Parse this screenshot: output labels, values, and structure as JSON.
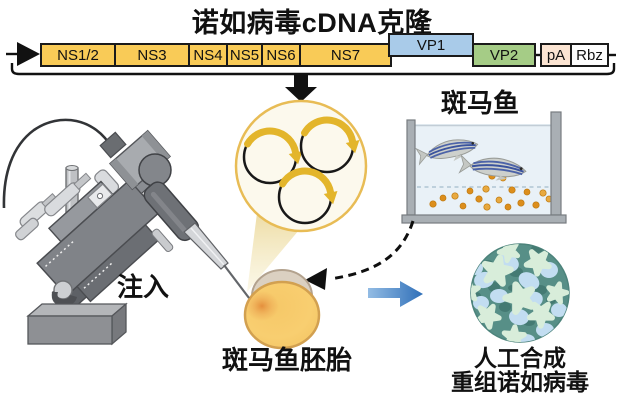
{
  "title": "诺如病毒cDNA克隆",
  "construct": {
    "segments": [
      {
        "label": "NS1/2",
        "type": "ns"
      },
      {
        "label": "NS3",
        "type": "ns"
      },
      {
        "label": "NS4",
        "type": "ns"
      },
      {
        "label": "NS5",
        "type": "ns"
      },
      {
        "label": "NS6",
        "type": "ns"
      },
      {
        "label": "NS7",
        "type": "ns"
      },
      {
        "label": "VP1",
        "type": "vp1"
      },
      {
        "label": "VP2",
        "type": "vp2"
      },
      {
        "label": "pA",
        "type": "pa"
      },
      {
        "label": "Rbz",
        "type": "rbz"
      }
    ]
  },
  "labels": {
    "inject": "注入",
    "zebrafish": "斑马鱼",
    "embryo": "斑马鱼胚胎",
    "virus_line1": "人工合成",
    "virus_line2": "重组诺如病毒"
  },
  "colors": {
    "gene_yellow": "#F9CB57",
    "vp1_blue": "#A9CBE9",
    "vp2_green": "#A5CC86",
    "pa_peach": "#FBE4D2",
    "rbz_fill": "#FDFDFD",
    "plasmid_arc_yellow": "#E3B52B",
    "callout_cream": "#FCF9ED",
    "callout_border": "#E8BC55",
    "yolk_yellow": "#F8CE70",
    "injection_spot_orange": "#E08030",
    "embryo_cap_beige": "#DBD0C1",
    "water_blue": "#E9F1F7",
    "tank_gray": "#A9AFB4",
    "egg_orange": "#DC8E1C",
    "fish_stripe_blue": "#4C63A8",
    "arrow_blue": "#2F6FB8",
    "virus_teal": "#578F87",
    "virus_star_green": "#D8EDDA",
    "virus_blob_blue": "#C2DDF1",
    "ink_black": "#111111"
  }
}
